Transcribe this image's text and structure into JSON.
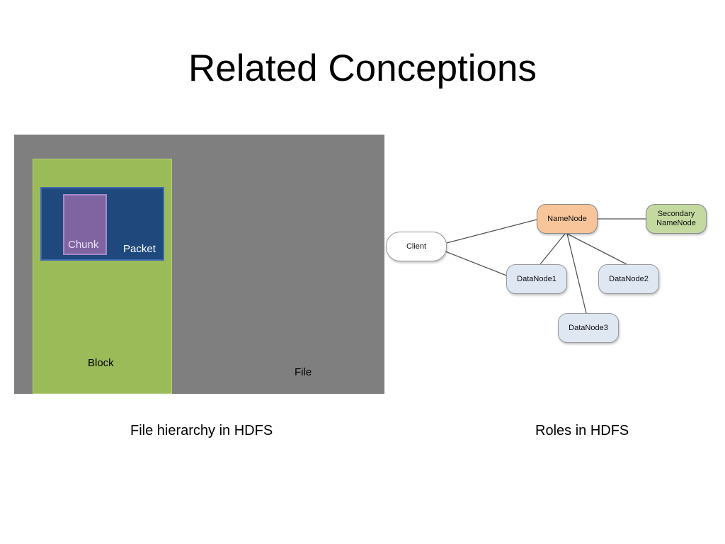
{
  "slide": {
    "title": "Related Conceptions"
  },
  "hierarchy": {
    "caption": "File hierarchy in HDFS",
    "labels": {
      "chunk": "Chunk",
      "packet": "Packet",
      "block": "Block",
      "file": "File"
    },
    "colors": {
      "file": "#7f7f7f",
      "block": "#9bbb59",
      "packet": "#1f497d",
      "chunk": "#8064a2"
    }
  },
  "roles": {
    "caption": "Roles in HDFS",
    "nodes": {
      "client": "Client",
      "namenode": "NameNode",
      "secondary_line1": "Secondary",
      "secondary_line2": "NameNode",
      "datanode1": "DataNode1",
      "datanode2": "DataNode2",
      "datanode3": "DataNode3"
    },
    "colors": {
      "namenode": "#f8c59a",
      "secondary": "#c3d9a0",
      "datanode": "#dfe7f3",
      "client": "#ffffff",
      "edge": "#555555"
    }
  }
}
